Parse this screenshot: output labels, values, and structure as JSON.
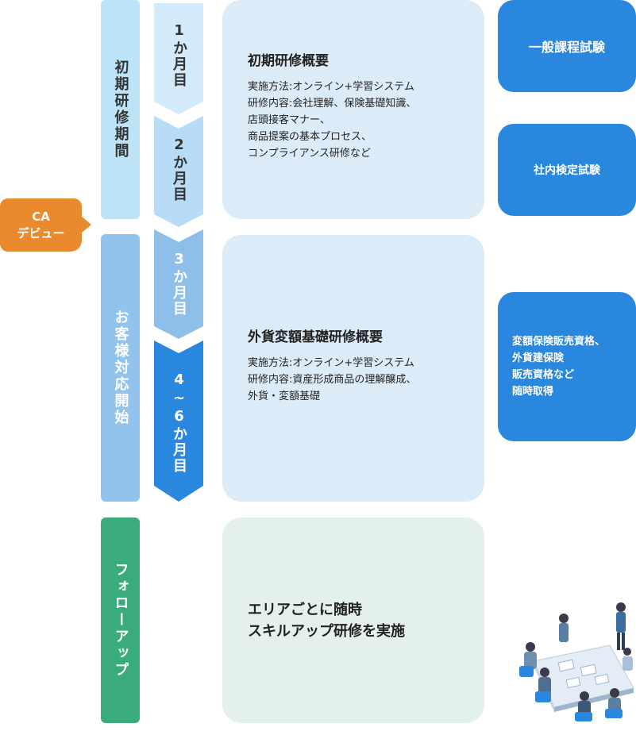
{
  "colors": {
    "phase_initial": "#bde3f7",
    "phase_service": "#92c3ec",
    "phase_follow": "#3aac7b",
    "month_1": "#d2eaf9",
    "month_2": "#b8dcf5",
    "month_3": "#8dbfe9",
    "month_4_6": "#2a87de",
    "card_blue": "#dcebf8",
    "card_green": "#e3f1ea",
    "exam": "#2a87de",
    "ca_tag": "#ea8a2f"
  },
  "ca_tag": {
    "line1": "CA",
    "line2": "デビュー"
  },
  "phases": {
    "initial": "初期研修期間",
    "service": "お客様対応開始",
    "follow": "フォローアップ"
  },
  "months": {
    "m1": "1か月目",
    "m2": "2か月目",
    "m3": "3か月目",
    "m4_6": "4~6か月目"
  },
  "cards": {
    "initial": {
      "title": "初期研修概要",
      "body": "実施方法:オンライン+学習システム\n研修内容:会社理解、保険基礎知識、\n店頭接客マナー、\n商品提案の基本プロセス、\nコンプライアンス研修など"
    },
    "fx": {
      "title": "外貨変額基礎研修概要",
      "body": "実施方法:オンライン+学習システム\n研修内容:資産形成商品の理解醸成、\n外貨・変額基礎"
    },
    "follow": {
      "title": "エリアごとに随時\nスキルアップ研修を実施"
    }
  },
  "exams": {
    "general": "一般課程試験",
    "internal": "社内検定試験",
    "qualifications": "変額保険販売資格、\n外貨建保険\n販売資格など\n随時取得"
  },
  "illustration": {
    "icon": "meeting-people-icon"
  }
}
